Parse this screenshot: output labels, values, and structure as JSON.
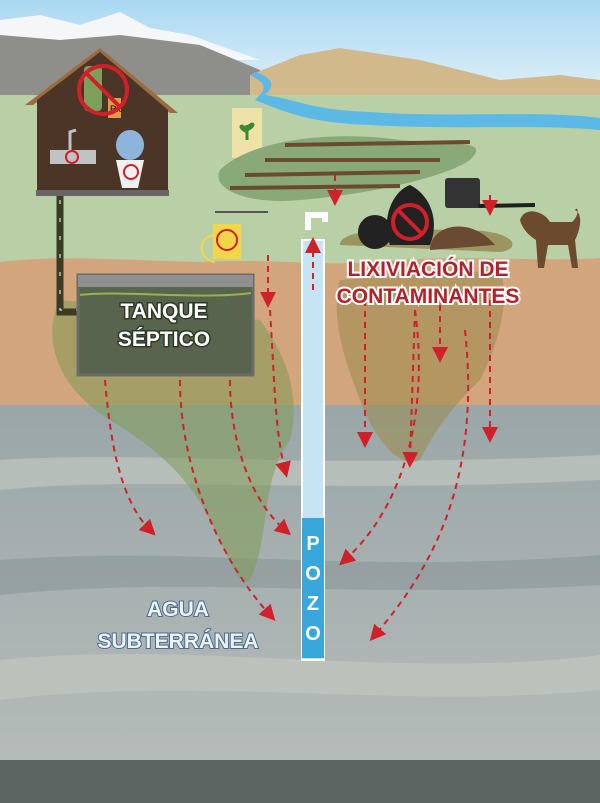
{
  "labels": {
    "leaching_line1": "LIXIVIACIÓN DE",
    "leaching_line2": "CONTAMINANTES",
    "septic_line1": "TANQUE",
    "septic_line2": "SÉPTICO",
    "groundwater_line1": "AGUA",
    "groundwater_line2": "SUBTERRÁNEA",
    "well_letters": [
      "P",
      "O",
      "Z",
      "O"
    ],
    "rx_symbol": "Rx"
  },
  "colors": {
    "sky": "#cfe8f5",
    "field": "#b9cfa6",
    "soil": "#d2a57c",
    "groundwater": "#a9b3b3",
    "arrow": "#d0202a",
    "label_red": "#b3202a",
    "house": "#4a3527",
    "well_blue": "#3aa7dc"
  }
}
